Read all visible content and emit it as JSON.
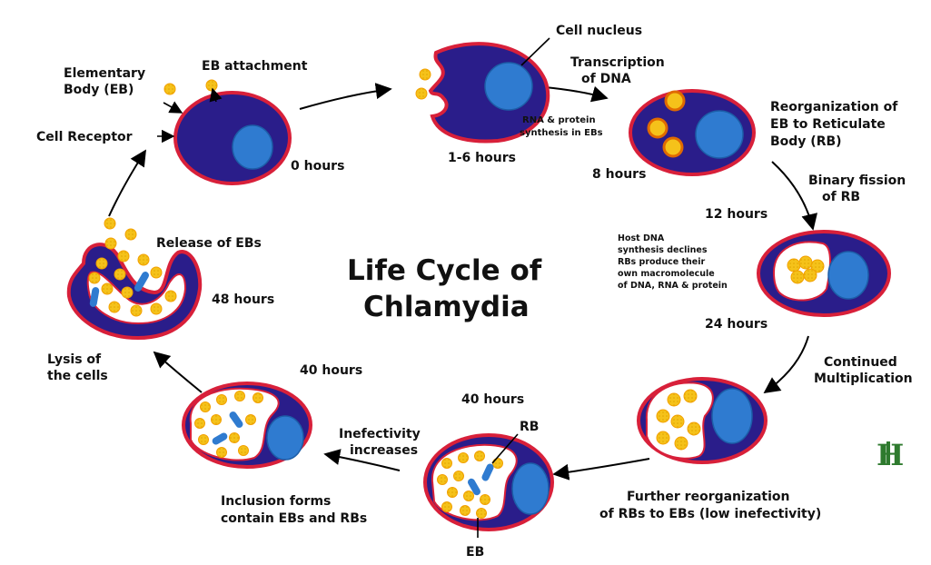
{
  "title": [
    "Life Cycle of",
    "Chlamydia"
  ],
  "colors": {
    "cytoplasm": "#2a1d8a",
    "membrane": "#d8203a",
    "nucleus": "#2f7bd0",
    "eb": "#f5c21a",
    "vacuole": "#ffffff",
    "arrow": "#000000"
  },
  "stages": [
    {
      "id": "0h",
      "time": "0 hours",
      "labels": [
        "Elementary Body (EB)",
        "EB attachment",
        "Cell Receptor"
      ]
    },
    {
      "id": "1-6h",
      "time": "1-6 hours",
      "labels": [
        "Cell nucleus",
        "Transcription of DNA",
        "RNA & protein synthesis in EBs"
      ]
    },
    {
      "id": "8h",
      "time": "8 hours",
      "labels": [
        "Reorganization of EB to Reticulate Body (RB)"
      ]
    },
    {
      "id": "12h",
      "time": "12 hours",
      "labels": [
        "Binary fission of RB"
      ]
    },
    {
      "id": "24h",
      "time": "24 hours",
      "labels": [
        "Host DNA synthesis declines RBs produce their own macromolecule of DNA, RNA & protein"
      ]
    },
    {
      "id": "continued",
      "time": "",
      "labels": [
        "Continued Multiplication",
        "Further reorganization of RBs to EBs (low inefectivity)"
      ]
    },
    {
      "id": "40h-a",
      "time": "40 hours",
      "labels": [
        "RB",
        "EB",
        "Inefectivity increases"
      ]
    },
    {
      "id": "40h-b",
      "time": "40 hours",
      "labels": [
        "Inclusion forms contain EBs and RBs"
      ]
    },
    {
      "id": "48h",
      "time": "48 hours",
      "labels": [
        "Lysis of the cells",
        "Release of EBs"
      ]
    }
  ],
  "text": {
    "elementary_body": [
      "Elementary",
      "Body (EB)"
    ],
    "eb_attachment": "EB attachment",
    "cell_receptor": "Cell Receptor",
    "time_0": "0 hours",
    "cell_nucleus": "Cell nucleus",
    "transcription": [
      "Transcription",
      "of DNA"
    ],
    "rna_protein": [
      "RNA & protein",
      "synthesis in EBs"
    ],
    "time_1_6": "1-6 hours",
    "reorganization": [
      "Reorganization of",
      "EB to Reticulate",
      "Body (RB)"
    ],
    "time_8": "8 hours",
    "binary_fission": [
      "Binary fission",
      "of RB"
    ],
    "time_12": "12 hours",
    "host_dna": [
      "Host DNA",
      "synthesis declines",
      "RBs produce their",
      "own macromolecule",
      "of DNA, RNA & protein"
    ],
    "time_24": "24 hours",
    "continued": [
      "Continued",
      "Multiplication"
    ],
    "further_reorg": [
      "Further reorganization",
      "of RBs to EBs (low inefectivity)"
    ],
    "time_40_right": "40 hours",
    "rb_label": "RB",
    "eb_label": "EB",
    "inefectivity": [
      "Inefectivity",
      "increases"
    ],
    "inclusion": [
      "Inclusion forms",
      "contain EBs and RBs"
    ],
    "time_40_left": "40 hours",
    "lysis": [
      "Lysis of",
      "the cells"
    ],
    "release": "Release of EBs",
    "time_48": "48 hours",
    "logo_text": "H"
  }
}
